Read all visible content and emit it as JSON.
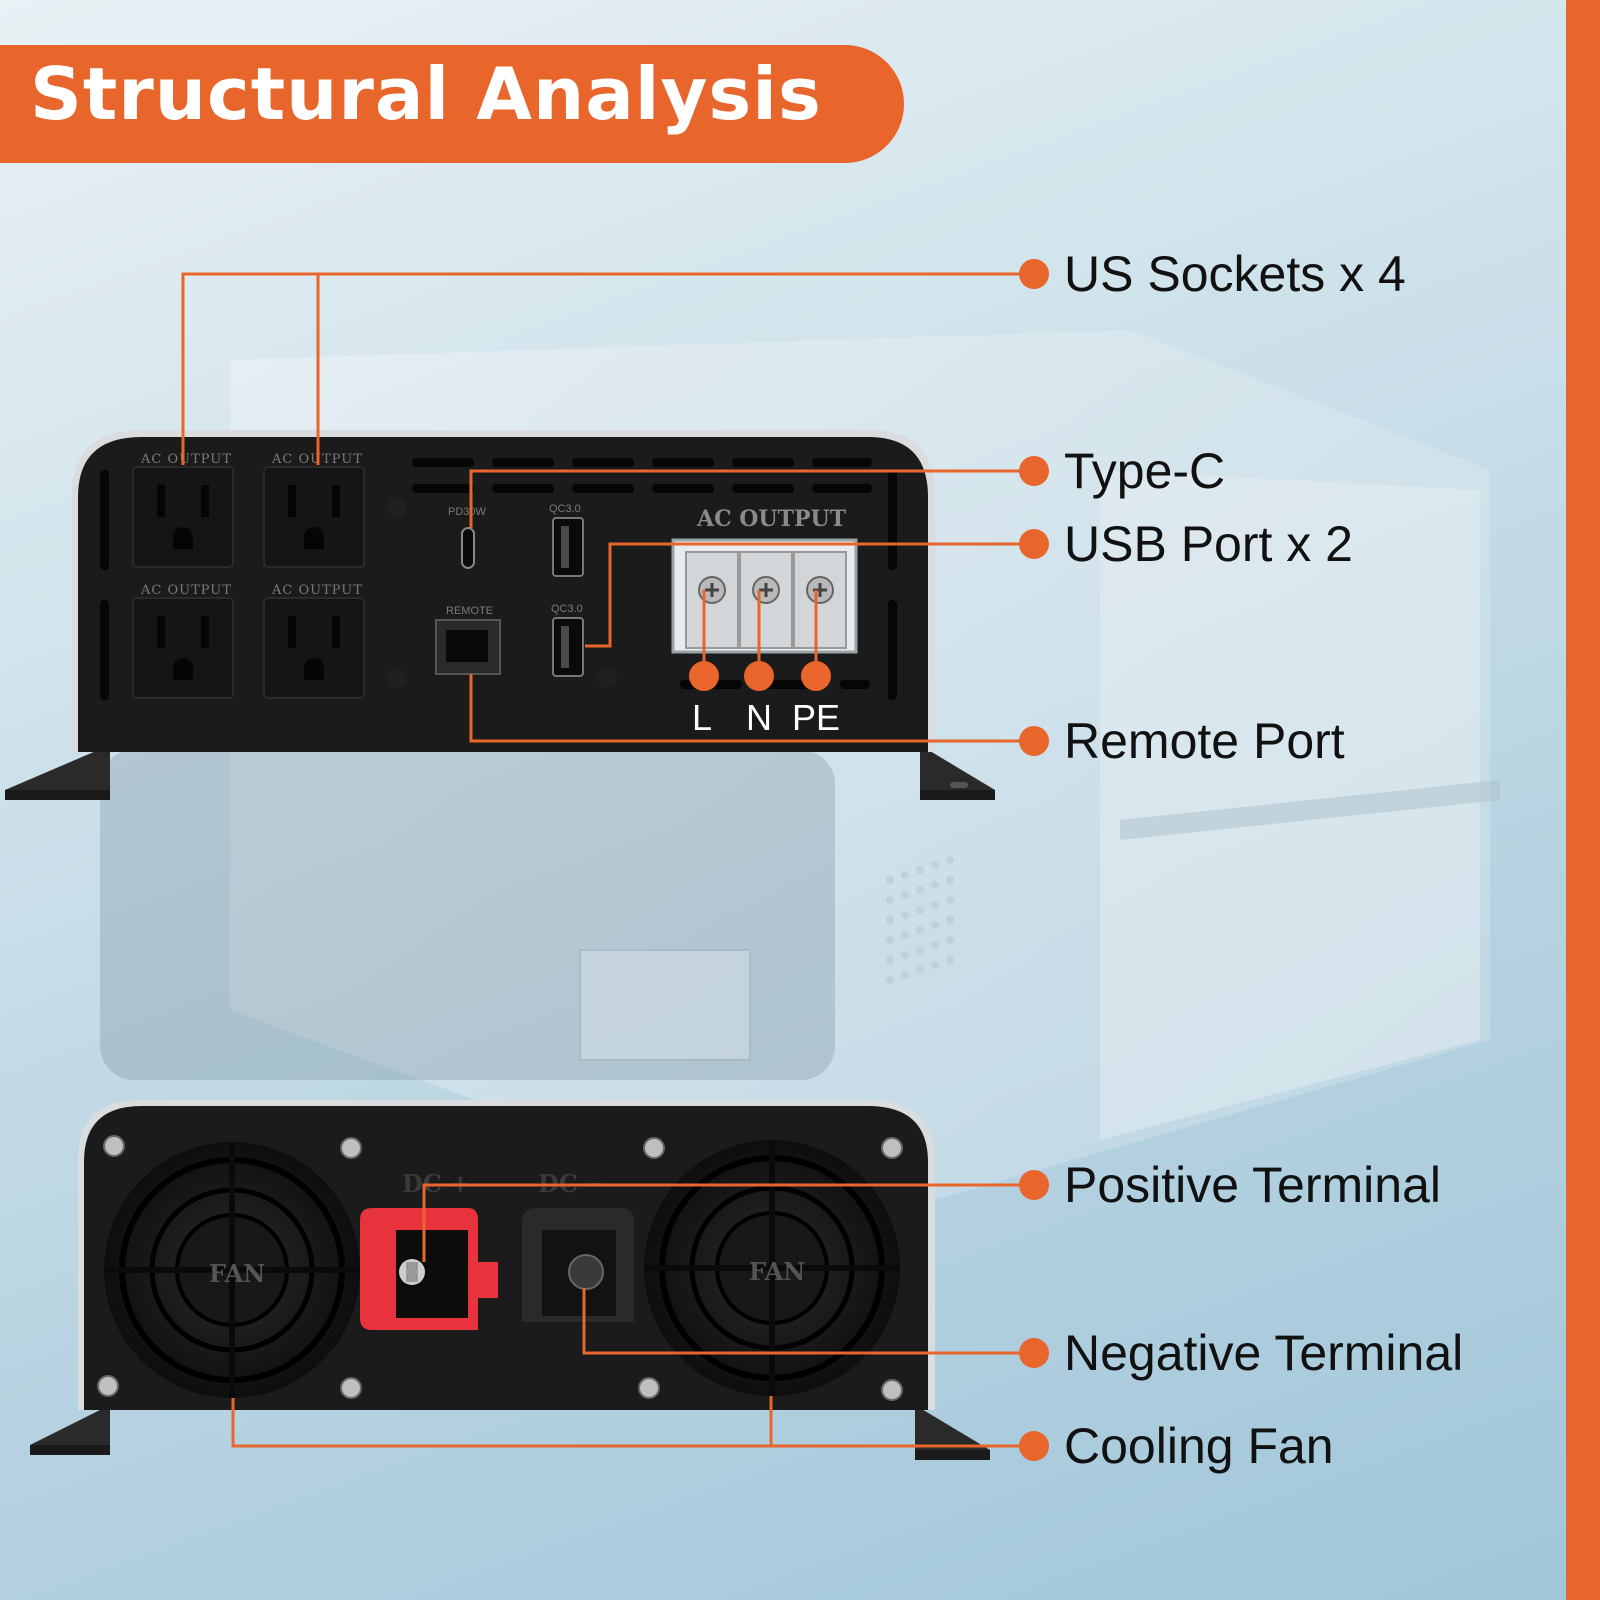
{
  "title": "Structural Analysis",
  "colors": {
    "accent": "#e8652b",
    "device_body": "#1b1b1b",
    "terminal_red": "#e8333d",
    "label_text": "#111111"
  },
  "callouts": {
    "us_sockets": "US Sockets x 4",
    "type_c": "Type-C",
    "usb_port": "USB Port x 2",
    "remote_port": "Remote Port",
    "positive_terminal": "Positive Terminal",
    "negative_terminal": "Negative Terminal",
    "cooling_fan": "Cooling Fan"
  },
  "terminal_labels": {
    "l": "L",
    "n": "N",
    "pe": "PE"
  },
  "front_panel": {
    "outlet_label": "AC OUTPUT",
    "pd_label": "PD30W",
    "qc_label": "QC3.0",
    "remote_label": "REMOTE",
    "terminal_block_label": "AC OUTPUT"
  },
  "rear_panel": {
    "fan_label": "FAN",
    "dc_pos_label": "DC +",
    "dc_neg_label": "DC −"
  }
}
